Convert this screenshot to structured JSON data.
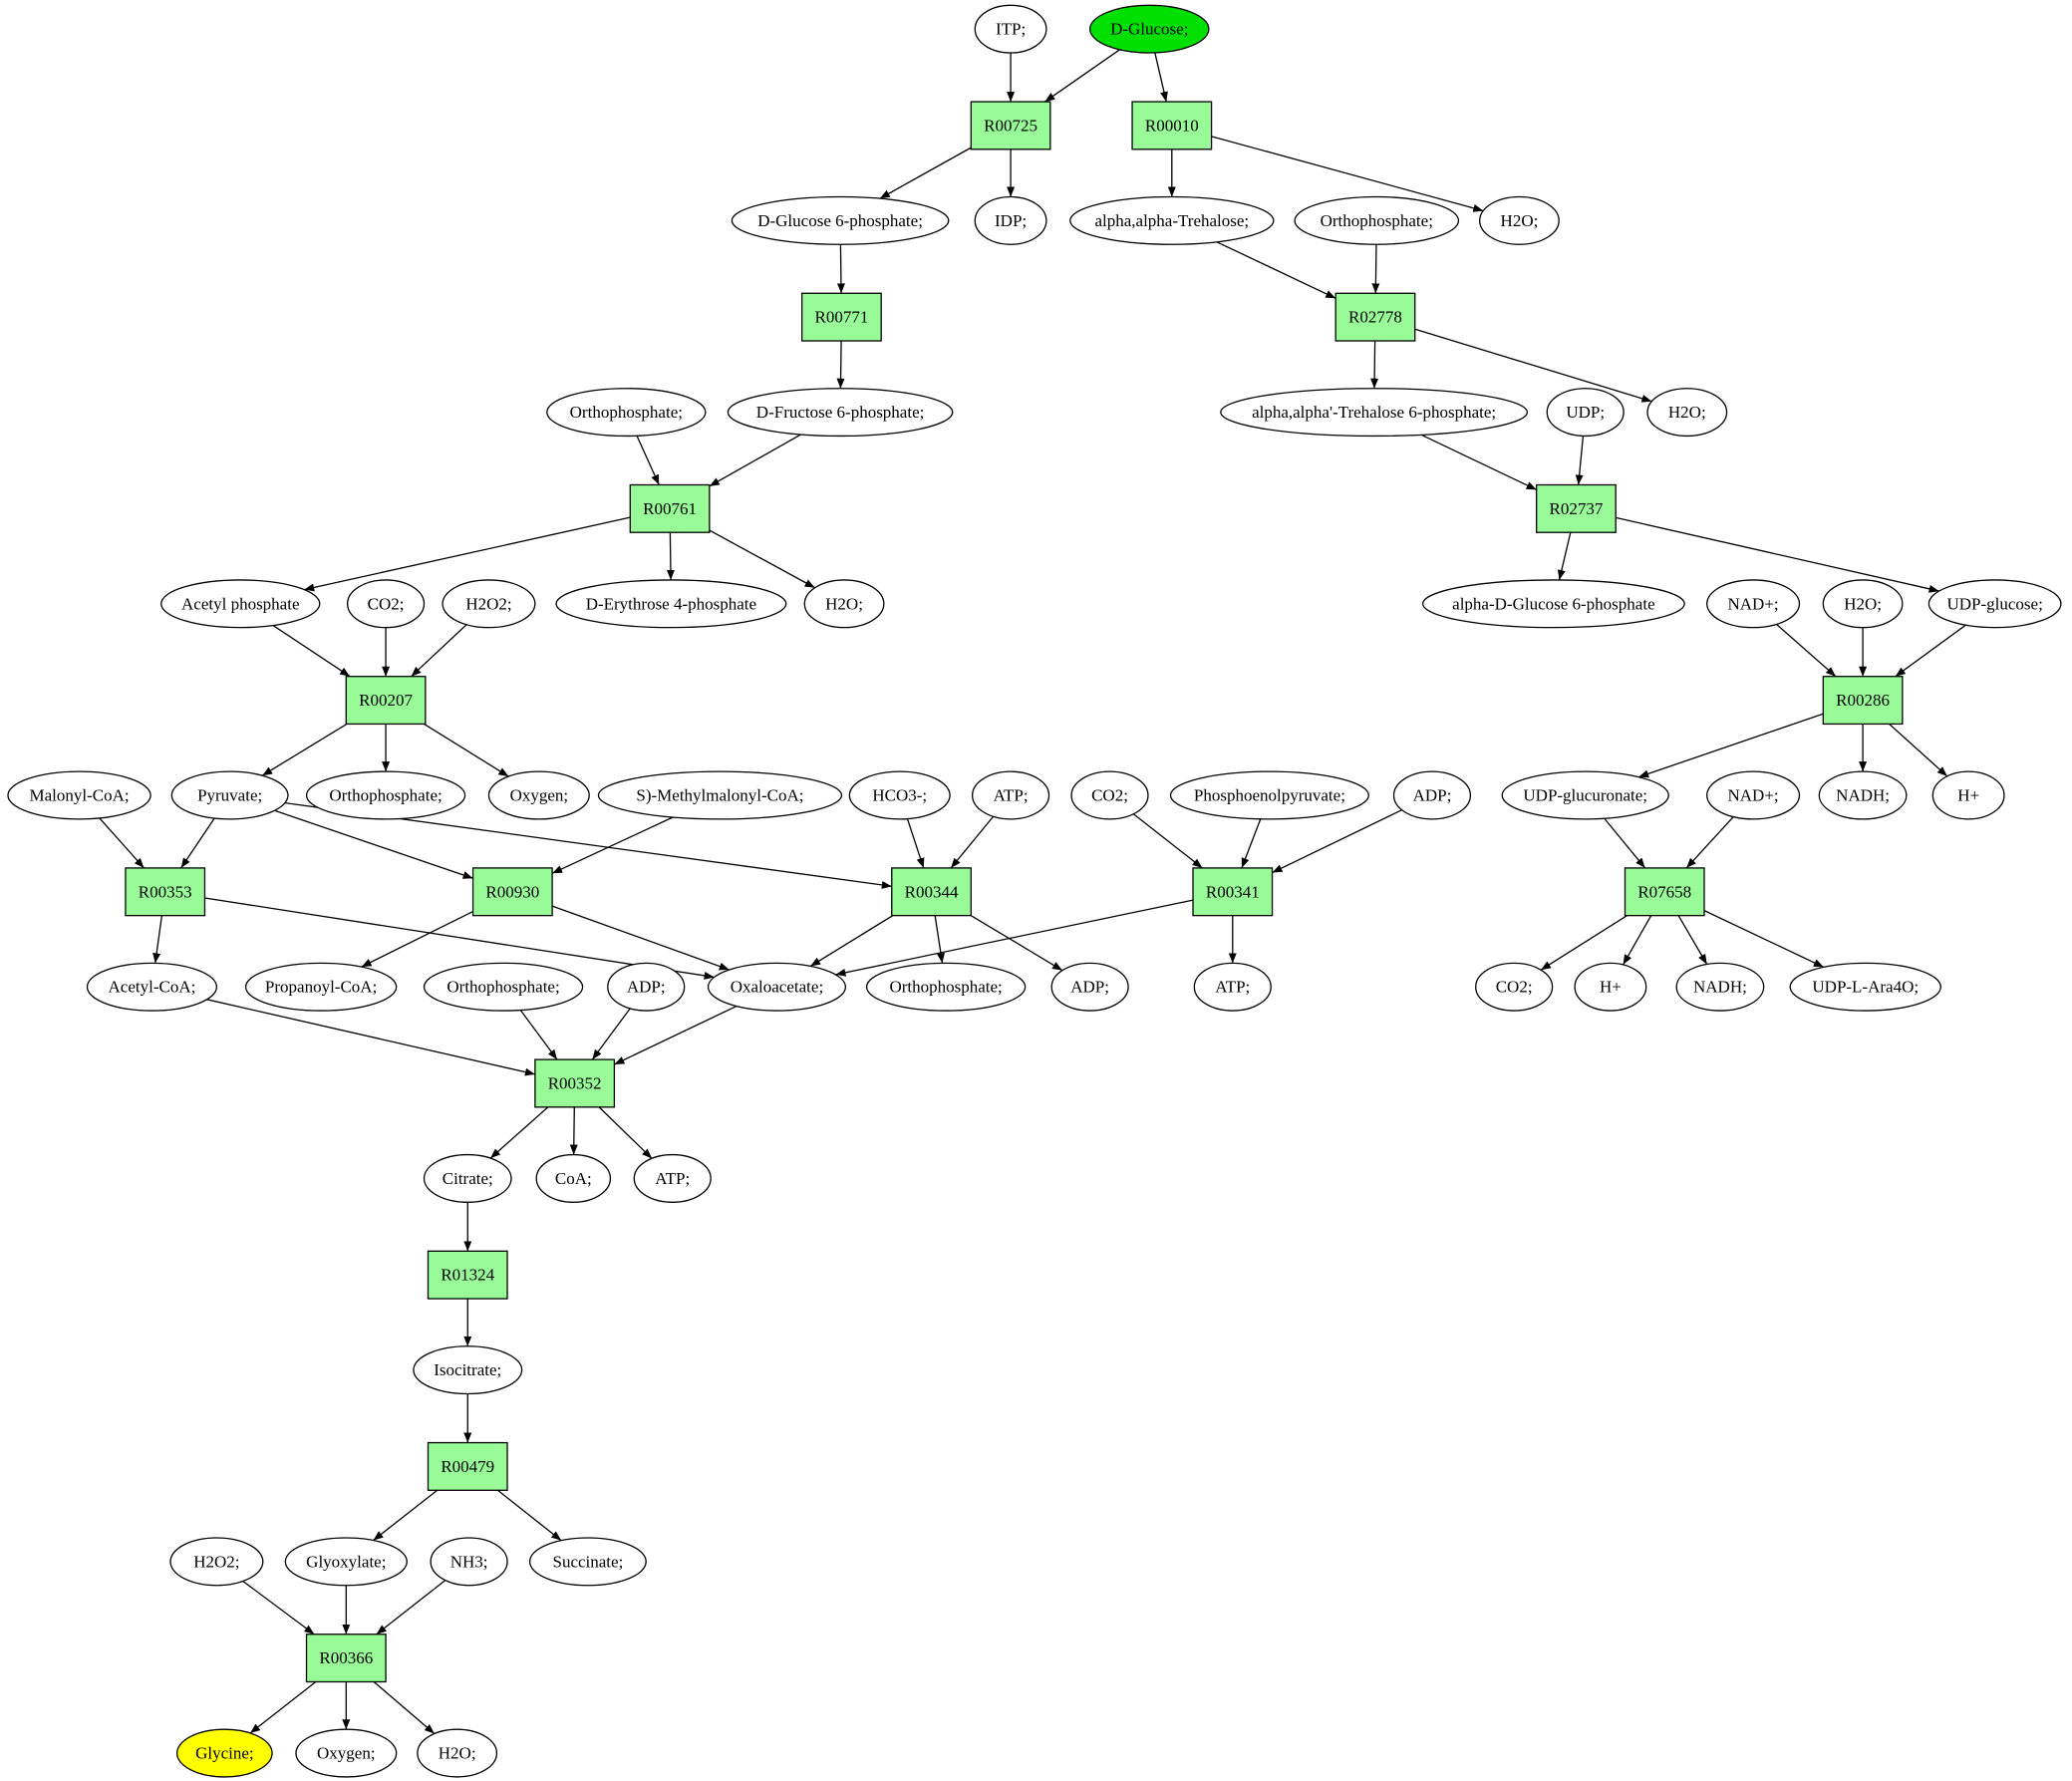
{
  "colors": {
    "reaction_fill": "#98fb98",
    "start_fill": "#00e000",
    "end_fill": "#ffff00",
    "compound_fill": "#ffffff",
    "stroke": "#000000"
  },
  "reactions": [
    {
      "id": "r_R00725",
      "label": "R00725"
    },
    {
      "id": "r_R00010",
      "label": "R00010"
    },
    {
      "id": "r_R00771",
      "label": "R00771"
    },
    {
      "id": "r_R02778",
      "label": "R02778"
    },
    {
      "id": "r_R00761",
      "label": "R00761"
    },
    {
      "id": "r_R02737",
      "label": "R02737"
    },
    {
      "id": "r_R00207",
      "label": "R00207"
    },
    {
      "id": "r_R00286",
      "label": "R00286"
    },
    {
      "id": "r_R00353",
      "label": "R00353"
    },
    {
      "id": "r_R00930",
      "label": "R00930"
    },
    {
      "id": "r_R00344",
      "label": "R00344"
    },
    {
      "id": "r_R00341",
      "label": "R00341"
    },
    {
      "id": "r_R07658",
      "label": "R07658"
    },
    {
      "id": "r_R00352",
      "label": "R00352"
    },
    {
      "id": "r_R01324",
      "label": "R01324"
    },
    {
      "id": "r_R00479",
      "label": "R00479"
    },
    {
      "id": "r_R00366",
      "label": "R00366"
    }
  ],
  "compounds": [
    {
      "id": "c_itp",
      "label": "ITP;"
    },
    {
      "id": "c_dglucose",
      "label": "D-Glucose;",
      "role": "start"
    },
    {
      "id": "c_g6p",
      "label": "D-Glucose 6-phosphate;"
    },
    {
      "id": "c_idp",
      "label": "IDP;"
    },
    {
      "id": "c_trehalose",
      "label": "alpha,alpha-Trehalose;"
    },
    {
      "id": "c_pi_1",
      "label": "Orthophosphate;"
    },
    {
      "id": "c_h2o_1",
      "label": "H2O;"
    },
    {
      "id": "c_pi_2",
      "label": "Orthophosphate;"
    },
    {
      "id": "c_f6p",
      "label": "D-Fructose 6-phosphate;"
    },
    {
      "id": "c_t6p",
      "label": "alpha,alpha'-Trehalose 6-phosphate;"
    },
    {
      "id": "c_udp",
      "label": "UDP;"
    },
    {
      "id": "c_h2o_2",
      "label": "H2O;"
    },
    {
      "id": "c_acetylp",
      "label": "Acetyl phosphate"
    },
    {
      "id": "c_co2_1",
      "label": "CO2;"
    },
    {
      "id": "c_h2o2_1",
      "label": "H2O2;"
    },
    {
      "id": "c_e4p",
      "label": "D-Erythrose 4-phosphate"
    },
    {
      "id": "c_h2o_3",
      "label": "H2O;"
    },
    {
      "id": "c_ag6p",
      "label": "alpha-D-Glucose 6-phosphate"
    },
    {
      "id": "c_nad_1",
      "label": "NAD+;"
    },
    {
      "id": "c_h2o_4",
      "label": "H2O;"
    },
    {
      "id": "c_udpglc",
      "label": "UDP-glucose;"
    },
    {
      "id": "c_malcoa",
      "label": "Malonyl-CoA;"
    },
    {
      "id": "c_pyr",
      "label": "Pyruvate;"
    },
    {
      "id": "c_pi_3",
      "label": "Orthophosphate;"
    },
    {
      "id": "c_o2_1",
      "label": "Oxygen;"
    },
    {
      "id": "c_smmcoa",
      "label": "S)-Methylmalonyl-CoA;"
    },
    {
      "id": "c_hco3",
      "label": "HCO3-;"
    },
    {
      "id": "c_atp_1",
      "label": "ATP;"
    },
    {
      "id": "c_co2_2",
      "label": "CO2;"
    },
    {
      "id": "c_pep",
      "label": "Phosphoenolpyruvate;"
    },
    {
      "id": "c_adp_1",
      "label": "ADP;"
    },
    {
      "id": "c_udpgln",
      "label": "UDP-glucuronate;"
    },
    {
      "id": "c_nad_2",
      "label": "NAD+;"
    },
    {
      "id": "c_nadh_1",
      "label": "NADH;"
    },
    {
      "id": "c_h_1",
      "label": "H+"
    },
    {
      "id": "c_accoa",
      "label": "Acetyl-CoA;"
    },
    {
      "id": "c_propcoa",
      "label": "Propanoyl-CoA;"
    },
    {
      "id": "c_pi_4",
      "label": "Orthophosphate;"
    },
    {
      "id": "c_adp_2",
      "label": "ADP;"
    },
    {
      "id": "c_oaa",
      "label": "Oxaloacetate;"
    },
    {
      "id": "c_pi_5",
      "label": "Orthophosphate;"
    },
    {
      "id": "c_adp_3",
      "label": "ADP;"
    },
    {
      "id": "c_atp_2",
      "label": "ATP;"
    },
    {
      "id": "c_co2_3",
      "label": "CO2;"
    },
    {
      "id": "c_h_2",
      "label": "H+"
    },
    {
      "id": "c_nadh_2",
      "label": "NADH;"
    },
    {
      "id": "c_udpara",
      "label": "UDP-L-Ara4O;"
    },
    {
      "id": "c_cit",
      "label": "Citrate;"
    },
    {
      "id": "c_coa",
      "label": "CoA;"
    },
    {
      "id": "c_atp_3",
      "label": "ATP;"
    },
    {
      "id": "c_icit",
      "label": "Isocitrate;"
    },
    {
      "id": "c_h2o2_2",
      "label": "H2O2;"
    },
    {
      "id": "c_glx",
      "label": "Glyoxylate;"
    },
    {
      "id": "c_nh3",
      "label": "NH3;"
    },
    {
      "id": "c_succ",
      "label": "Succinate;"
    },
    {
      "id": "c_gly",
      "label": "Glycine;",
      "role": "end"
    },
    {
      "id": "c_o2_2",
      "label": "Oxygen;"
    },
    {
      "id": "c_h2o_5",
      "label": "H2O;"
    }
  ],
  "edges": [
    [
      "c_itp",
      "r_R00725"
    ],
    [
      "c_dglucose",
      "r_R00725"
    ],
    [
      "c_dglucose",
      "r_R00010"
    ],
    [
      "r_R00725",
      "c_g6p"
    ],
    [
      "r_R00725",
      "c_idp"
    ],
    [
      "r_R00010",
      "c_trehalose"
    ],
    [
      "r_R00010",
      "c_h2o_1"
    ],
    [
      "c_g6p",
      "r_R00771"
    ],
    [
      "r_R00771",
      "c_f6p"
    ],
    [
      "c_trehalose",
      "r_R02778"
    ],
    [
      "c_pi_1",
      "r_R02778"
    ],
    [
      "r_R02778",
      "c_t6p"
    ],
    [
      "r_R02778",
      "c_h2o_2"
    ],
    [
      "c_pi_2",
      "r_R00761"
    ],
    [
      "c_f6p",
      "r_R00761"
    ],
    [
      "r_R00761",
      "c_acetylp"
    ],
    [
      "r_R00761",
      "c_e4p"
    ],
    [
      "r_R00761",
      "c_h2o_3"
    ],
    [
      "c_t6p",
      "r_R02737"
    ],
    [
      "c_udp",
      "r_R02737"
    ],
    [
      "r_R02737",
      "c_ag6p"
    ],
    [
      "r_R02737",
      "c_udpglc"
    ],
    [
      "c_acetylp",
      "r_R00207"
    ],
    [
      "c_co2_1",
      "r_R00207"
    ],
    [
      "c_h2o2_1",
      "r_R00207"
    ],
    [
      "r_R00207",
      "c_pyr"
    ],
    [
      "r_R00207",
      "c_pi_3"
    ],
    [
      "r_R00207",
      "c_o2_1"
    ],
    [
      "c_nad_1",
      "r_R00286"
    ],
    [
      "c_h2o_4",
      "r_R00286"
    ],
    [
      "c_udpglc",
      "r_R00286"
    ],
    [
      "r_R00286",
      "c_udpgln"
    ],
    [
      "r_R00286",
      "c_nadh_1"
    ],
    [
      "r_R00286",
      "c_h_1"
    ],
    [
      "c_malcoa",
      "r_R00353"
    ],
    [
      "c_pyr",
      "r_R00353"
    ],
    [
      "c_pyr",
      "r_R00930"
    ],
    [
      "c_smmcoa",
      "r_R00930"
    ],
    [
      "c_pyr",
      "r_R00344"
    ],
    [
      "c_hco3",
      "r_R00344"
    ],
    [
      "c_atp_1",
      "r_R00344"
    ],
    [
      "c_co2_2",
      "r_R00341"
    ],
    [
      "c_pep",
      "r_R00341"
    ],
    [
      "c_adp_1",
      "r_R00341"
    ],
    [
      "c_udpgln",
      "r_R07658"
    ],
    [
      "c_nad_2",
      "r_R07658"
    ],
    [
      "r_R00353",
      "c_accoa"
    ],
    [
      "r_R00353",
      "c_oaa"
    ],
    [
      "r_R00930",
      "c_propcoa"
    ],
    [
      "r_R00930",
      "c_oaa"
    ],
    [
      "r_R00344",
      "c_oaa"
    ],
    [
      "r_R00344",
      "c_pi_5"
    ],
    [
      "r_R00344",
      "c_adp_3"
    ],
    [
      "r_R00341",
      "c_oaa"
    ],
    [
      "r_R00341",
      "c_atp_2"
    ],
    [
      "r_R07658",
      "c_co2_3"
    ],
    [
      "r_R07658",
      "c_h_2"
    ],
    [
      "r_R07658",
      "c_nadh_2"
    ],
    [
      "r_R07658",
      "c_udpara"
    ],
    [
      "c_accoa",
      "r_R00352"
    ],
    [
      "c_pi_4",
      "r_R00352"
    ],
    [
      "c_adp_2",
      "r_R00352"
    ],
    [
      "c_oaa",
      "r_R00352"
    ],
    [
      "r_R00352",
      "c_cit"
    ],
    [
      "r_R00352",
      "c_coa"
    ],
    [
      "r_R00352",
      "c_atp_3"
    ],
    [
      "c_cit",
      "r_R01324"
    ],
    [
      "r_R01324",
      "c_icit"
    ],
    [
      "c_icit",
      "r_R00479"
    ],
    [
      "r_R00479",
      "c_glx"
    ],
    [
      "r_R00479",
      "c_succ"
    ],
    [
      "c_h2o2_2",
      "r_R00366"
    ],
    [
      "c_glx",
      "r_R00366"
    ],
    [
      "c_nh3",
      "r_R00366"
    ],
    [
      "r_R00366",
      "c_gly"
    ],
    [
      "r_R00366",
      "c_o2_2"
    ],
    [
      "r_R00366",
      "c_h2o_5"
    ]
  ]
}
